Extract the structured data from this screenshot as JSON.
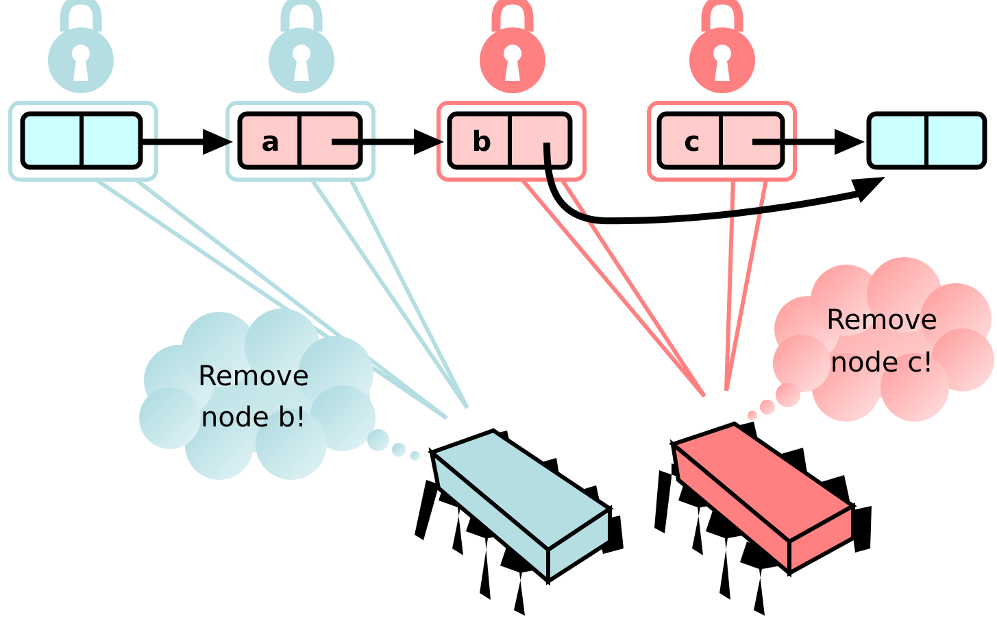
{
  "nodes": [
    {
      "id": "head",
      "label": "",
      "fill": "#CCFFFF",
      "locked": true
    },
    {
      "id": "a",
      "label": "a",
      "fill": "#FFCCCC",
      "locked": true
    },
    {
      "id": "b",
      "label": "b",
      "fill": "#FFCCCC",
      "locked": true
    },
    {
      "id": "c",
      "label": "c",
      "fill": "#FFCCCC",
      "locked": true
    },
    {
      "id": "tail",
      "label": "",
      "fill": "#CCFFFF",
      "locked": false
    }
  ],
  "threads": [
    {
      "name": "blue-thread",
      "color": "#B5DEE2",
      "thought": [
        "Remove",
        "node b!"
      ],
      "locks": [
        "head",
        "a"
      ]
    },
    {
      "name": "red-thread",
      "color": "#FF8080",
      "thought": [
        "Remove",
        "node c!"
      ],
      "locks": [
        "b",
        "c"
      ]
    }
  ],
  "colors": {
    "blue": "#B5DEE2",
    "red": "#FF8080",
    "pink_fill": "#FFCCCC",
    "cyan_fill": "#CCFFFF",
    "ink": "#000000"
  },
  "icons": {
    "lock": "lock-icon",
    "cpu": "cpu-chip-icon",
    "cloud": "thought-cloud-icon"
  }
}
